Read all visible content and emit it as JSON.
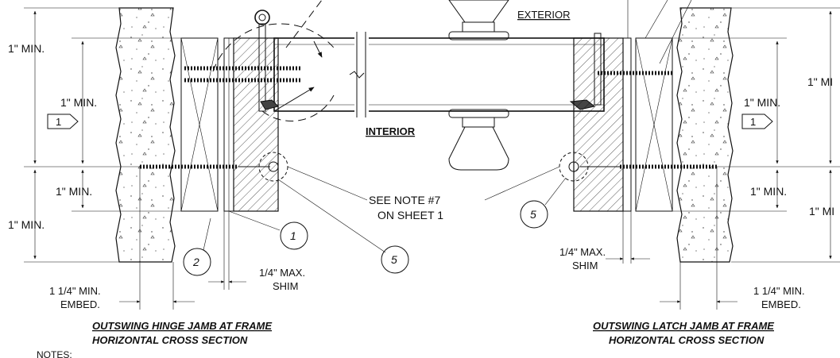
{
  "labels": {
    "exterior": "EXTERIOR",
    "interior": "INTERIOR",
    "see_note_line1": "SEE NOTE #7",
    "see_note_line2": "ON SHEET 1",
    "notes": "NOTES:"
  },
  "left_section": {
    "dim_outer_top": "1\" MIN.",
    "dim_inner_top": "1\" MIN.",
    "dim_inner_bottom": "1\" MIN.",
    "dim_outer_bottom": "1\" MIN.",
    "embed_line1": "1 1/4\" MIN.",
    "embed_line2": "EMBED.",
    "shim_line1": "1/4\" MAX.",
    "shim_line2": "SHIM",
    "flag_tag": "1",
    "callout_1": "1",
    "callout_2": "2",
    "callout_5": "5",
    "title": "OUTSWING HINGE JAMB AT FRAME",
    "subtitle": "HORIZONTAL CROSS SECTION"
  },
  "right_section": {
    "dim_outer_top": "1\" MI",
    "dim_inner_top": "1\" MIN.",
    "dim_inner_bottom": "1\" MIN.",
    "dim_outer_bottom": "1\" MI",
    "embed_line1": "1 1/4\" MIN.",
    "embed_line2": "EMBED.",
    "shim_line1": "1/4\" MAX.",
    "shim_line2": "SHIM",
    "flag_tag": "1",
    "callout_5": "5",
    "title": "OUTSWING LATCH JAMB AT FRAME",
    "subtitle": "HORIZONTAL CROSS SECTION"
  }
}
